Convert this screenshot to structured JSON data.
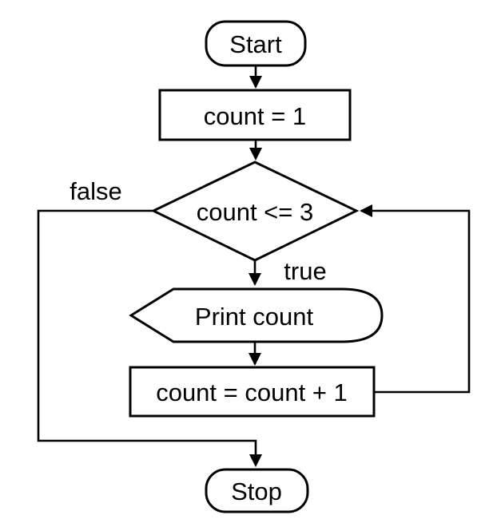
{
  "flowchart": {
    "description": "Flowchart of a counting loop printing count from 1 to 3",
    "colors": {
      "background": "#ffffff",
      "stroke": "#000000",
      "shape_fill": "#ffffff"
    },
    "nodes": [
      {
        "id": "start",
        "type": "terminator",
        "label": "Start"
      },
      {
        "id": "init",
        "type": "process",
        "label": "count = 1"
      },
      {
        "id": "decision",
        "type": "decision",
        "label": "count <= 3"
      },
      {
        "id": "print",
        "type": "display",
        "label": "Print count"
      },
      {
        "id": "increment",
        "type": "process",
        "label": "count = count + 1"
      },
      {
        "id": "stop",
        "type": "terminator",
        "label": "Stop"
      }
    ],
    "branch_labels": {
      "true_label": "true",
      "false_label": "false"
    },
    "edges": [
      {
        "from": "start",
        "to": "init"
      },
      {
        "from": "init",
        "to": "decision"
      },
      {
        "from": "decision",
        "to": "print",
        "label": "true"
      },
      {
        "from": "print",
        "to": "increment"
      },
      {
        "from": "increment",
        "to": "decision"
      },
      {
        "from": "decision",
        "to": "stop",
        "label": "false"
      }
    ]
  }
}
